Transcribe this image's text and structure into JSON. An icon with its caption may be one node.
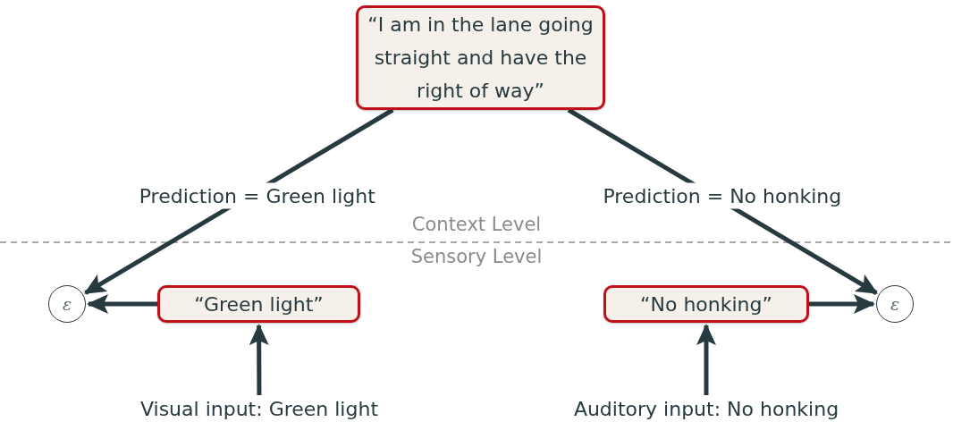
{
  "diagram": {
    "nodes": [
      {
        "text": [
          "“I am in the lane going straight and have the right of way”"
        ]
      },
      {
        "text": [
          "ε"
        ]
      },
      {
        "text": [
          "“Green light”"
        ]
      },
      {
        "text": [
          "“No honking”"
        ]
      },
      {
        "text": [
          "ε"
        ]
      },
      {
        "text": [
          "Visual input: Green light"
        ]
      },
      {
        "text": [
          "Auditory input: No honking"
        ]
      }
    ],
    "edges": [
      {
        "from": 0,
        "to": 1,
        "arrow": "to",
        "label": "Prediction = Green light"
      },
      {
        "from": 2,
        "to": 1,
        "arrow": "to"
      },
      {
        "from": 5,
        "to": 2,
        "arrow": "to"
      },
      {
        "from": 0,
        "to": 4,
        "arrow": "to",
        "label": "Prediction = No honking"
      },
      {
        "from": 3,
        "to": 4,
        "arrow": "to"
      },
      {
        "from": 6,
        "to": 3,
        "arrow": "to"
      }
    ],
    "labels": [
      "Context Level",
      "Sensory Level"
    ]
  }
}
